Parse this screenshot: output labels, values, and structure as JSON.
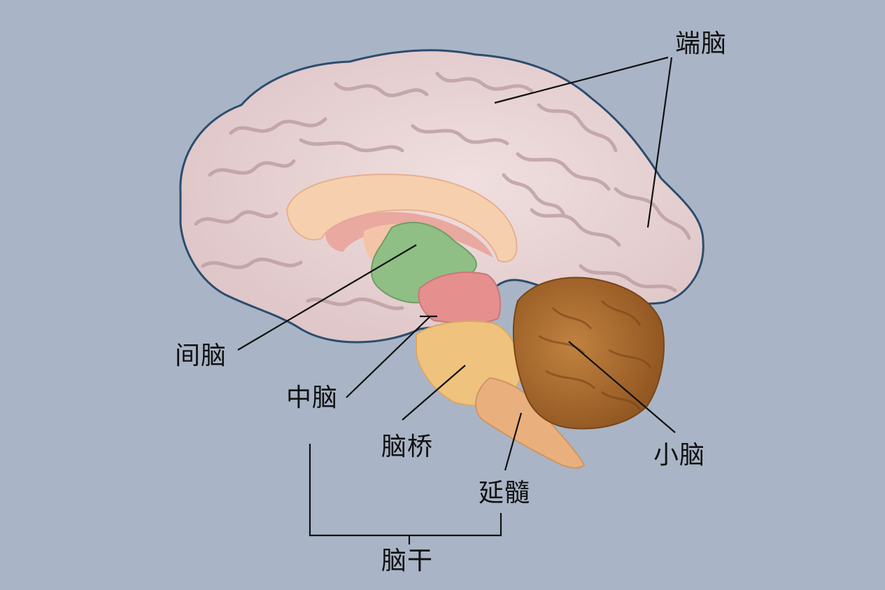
{
  "labels": {
    "telencephalon": "端脑",
    "diencephalon": "间脑",
    "midbrain": "中脑",
    "pons": "脑桥",
    "cerebellum": "小脑",
    "medulla": "延髓",
    "brainstem": "脑干"
  },
  "colors": {
    "background": "#a9b5c6",
    "cortex": "#e8d3d3",
    "cortex_outline": "#2c4d6e",
    "corpus_callosum": "#f6cfae",
    "diencephalon": "#8fbf84",
    "midbrain": "#e58f8f",
    "pons": "#efc37d",
    "medulla": "#e9b07d",
    "cerebellum": "#a8662a"
  }
}
